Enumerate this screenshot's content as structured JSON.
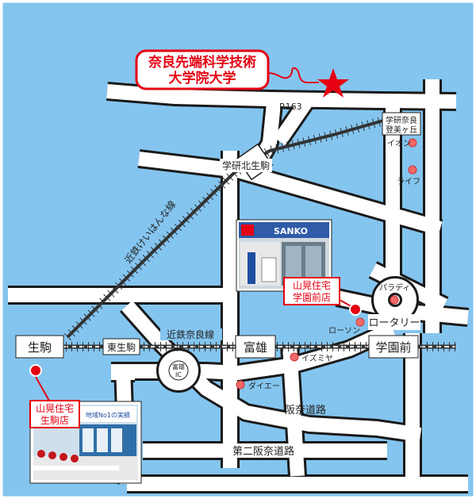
{
  "colors": {
    "water_bg": "#84c5ef",
    "road": "#ffffff",
    "road_edge": "#1a1a1a",
    "red": "#e60012",
    "pin": "#f06a6a",
    "rail": "#333333"
  },
  "title": {
    "line1": "奈良先端科学技術",
    "line2": "大学院大学"
  },
  "roads": {
    "r163": "R163",
    "kintetsu_nara_line": "近鉄奈良線",
    "hanna_road": "阪奈道路",
    "second_hanna": "第二阪奈道路"
  },
  "rail_line": "近鉄けいはんな線",
  "stations": {
    "gakken_kita_ikoma": "学研北生駒",
    "ikoma": "生駒",
    "higashi_ikoma": "東生駒",
    "tomio": "富雄",
    "gakuenmae": "学園前"
  },
  "ic": {
    "line1": "富雄",
    "line2": "IC"
  },
  "landmarks": {
    "gakken_nara": {
      "line1": "学研奈良",
      "line2": "登美ヶ丘"
    },
    "aeon": "イオン",
    "life": "ライフ",
    "paradise": "パラディ",
    "rotary": "ロータリー",
    "lawson": "ローソン",
    "izumiya": "イズミヤ",
    "daiei": "ダイエー"
  },
  "shops": {
    "gakuenmae": {
      "line1": "山晃住宅",
      "line2": "学園前店"
    },
    "ikoma": {
      "line1": "山晃住宅",
      "line2": "生駒店"
    }
  },
  "photos": {
    "gakuenmae_sign": "SANKO",
    "ikoma_banner": "地域No1の実績"
  }
}
